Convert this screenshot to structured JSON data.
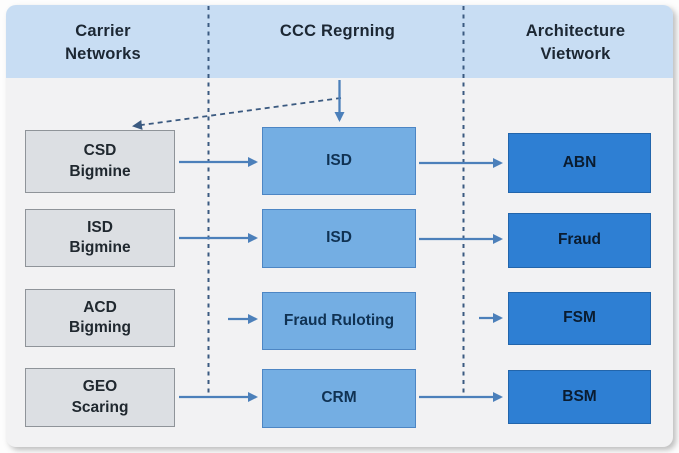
{
  "diagram": {
    "headers": [
      "Carrier\nNetworks",
      "CCC Regrning",
      "Architecture\nVietwork"
    ],
    "rows": [
      {
        "left": "CSD\nBigmine",
        "middle": "ISD",
        "right": "ABN"
      },
      {
        "left": "ISD\nBigmine",
        "middle": "ISD",
        "right": "Fraud"
      },
      {
        "left": "ACD\nBigming",
        "middle": "Fraud Ruloting",
        "right": "FSM"
      },
      {
        "left": "GEO\nScaring",
        "middle": "CRM",
        "right": "BSM"
      }
    ]
  },
  "colors": {
    "panel_bg": "#f2f2f3",
    "header_band_bg": "#c8ddf3",
    "header_text": "#1c2733",
    "left_box_bg": "#dcdfe3",
    "left_box_border": "#8f9499",
    "left_text": "#20282f",
    "middle_box_bg": "#74aee3",
    "middle_box_border": "#4d86c4",
    "middle_text": "#103253",
    "right_box_bg": "#2e7fd3",
    "right_box_border": "#2265ab",
    "right_text": "#0a1c30",
    "arrow": "#4c80ba",
    "dotted_line": "#3b5a80"
  }
}
